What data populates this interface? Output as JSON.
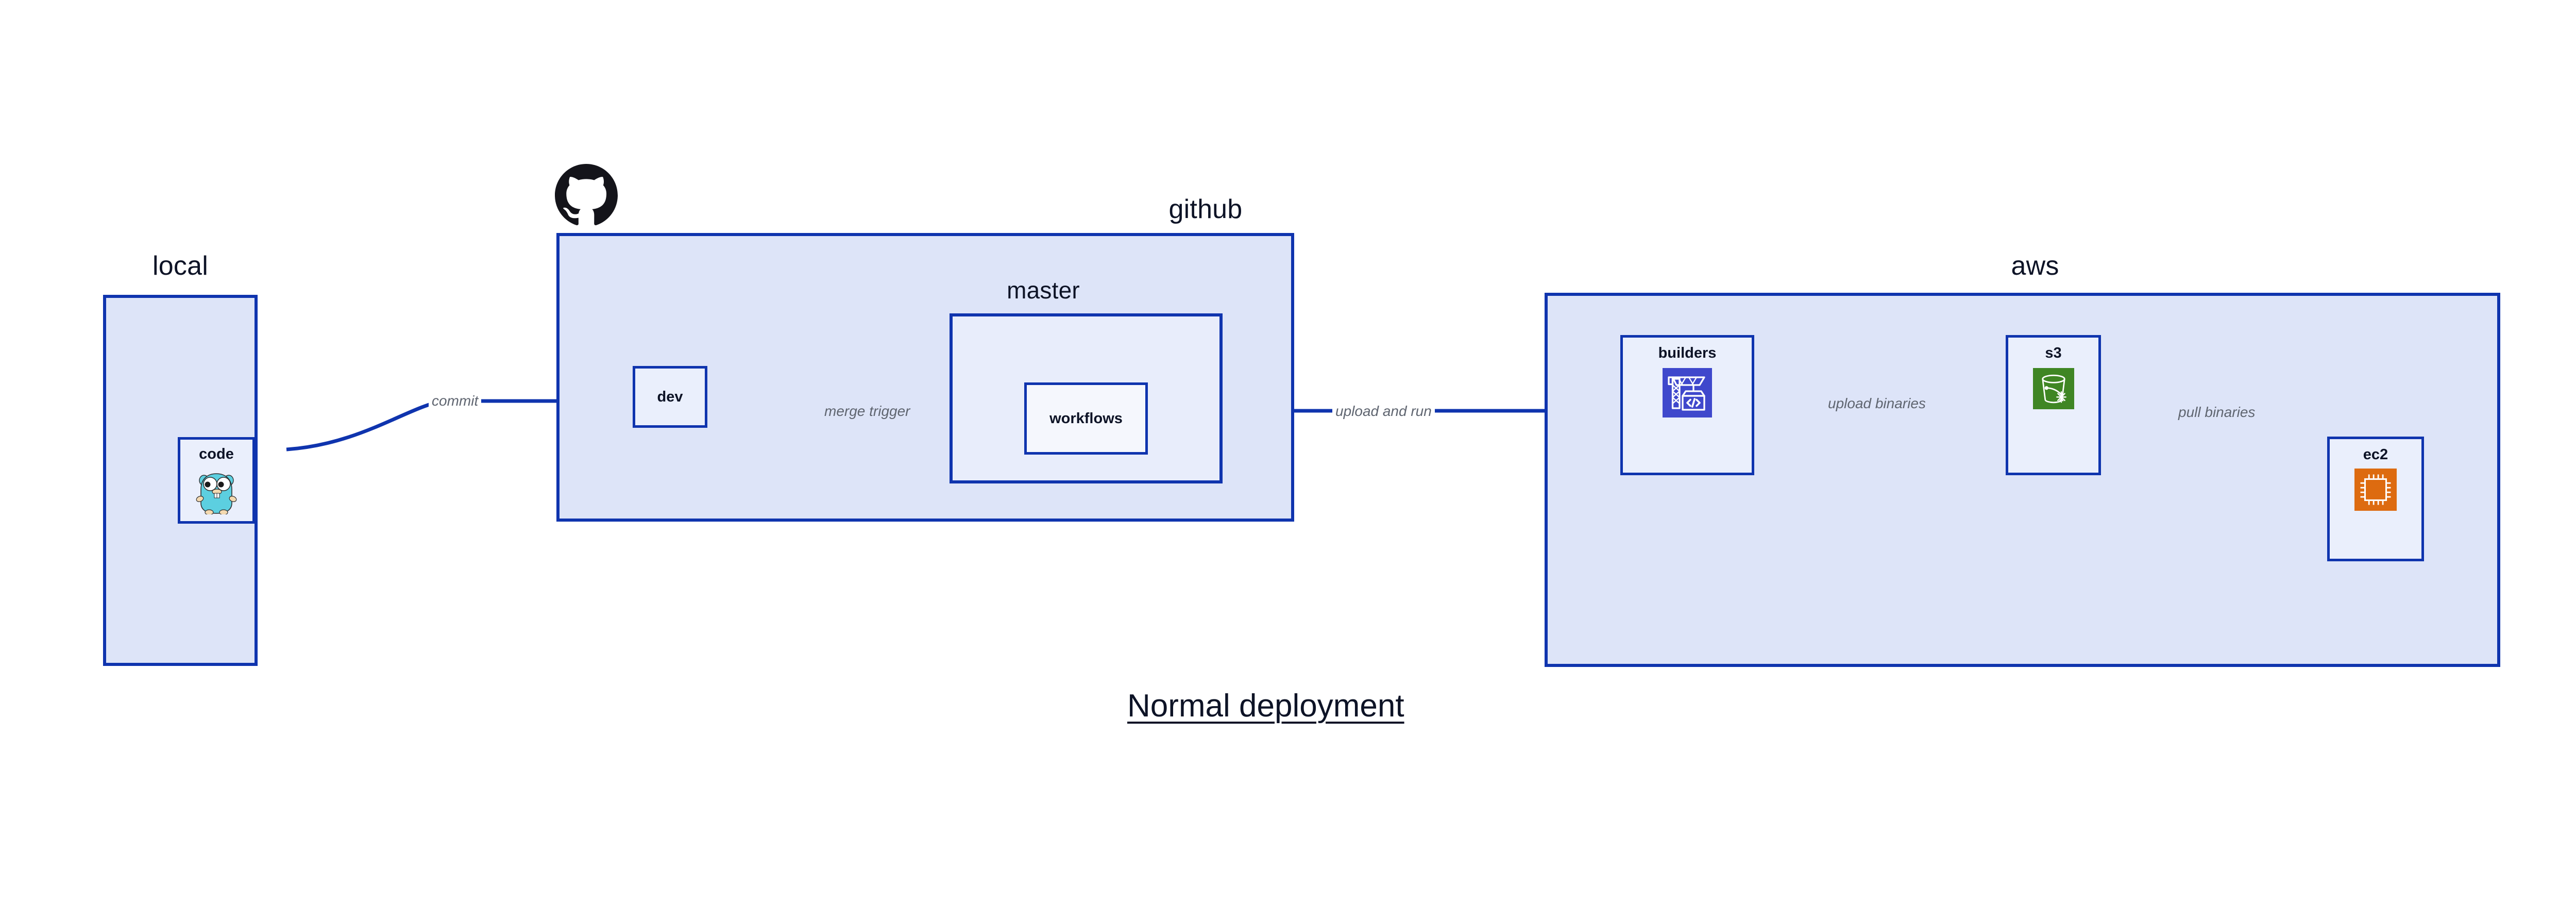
{
  "diagram": {
    "caption": "Normal deployment",
    "accent_border": "#0f34ae",
    "group_fill": "#dde4f8",
    "sub_fill": "#e8edfb",
    "node_fill": "#eaeffc",
    "label_color": "#0d1326",
    "edge_label_color": "#5f6570"
  },
  "groups": {
    "local": {
      "label": "local"
    },
    "github": {
      "label": "github",
      "logo_icon": "github-octocat-icon"
    },
    "aws": {
      "label": "aws"
    }
  },
  "subgroups": {
    "master": {
      "label": "master"
    }
  },
  "nodes": {
    "code": {
      "label": "code",
      "icon": "go-gopher-icon",
      "icon_color": "#5ccfe0"
    },
    "dev": {
      "label": "dev",
      "icon": "none"
    },
    "workflows": {
      "label": "workflows",
      "icon": "none"
    },
    "builders": {
      "label": "builders",
      "icon": "aws-codebuild-crane-icon",
      "icon_color": "#3f48cc"
    },
    "s3": {
      "label": "s3",
      "icon": "aws-s3-glacier-bucket-icon",
      "icon_color": "#3f8624"
    },
    "ec2": {
      "label": "ec2",
      "icon": "aws-ec2-cpu-chip-icon",
      "icon_color": "#dd6b10"
    }
  },
  "edges": [
    {
      "id": "commit",
      "label": "commit",
      "from": "code",
      "to": "dev"
    },
    {
      "id": "merge-trigger",
      "label": "merge trigger",
      "from": "dev",
      "to": "workflows"
    },
    {
      "id": "upload-and-run",
      "label": "upload and run",
      "from": "workflows",
      "to": "builders"
    },
    {
      "id": "upload-binaries",
      "label": "upload binaries",
      "from": "builders",
      "to": "s3"
    },
    {
      "id": "pull-binaries",
      "label": "pull binaries",
      "from": "s3",
      "to": "ec2"
    }
  ]
}
